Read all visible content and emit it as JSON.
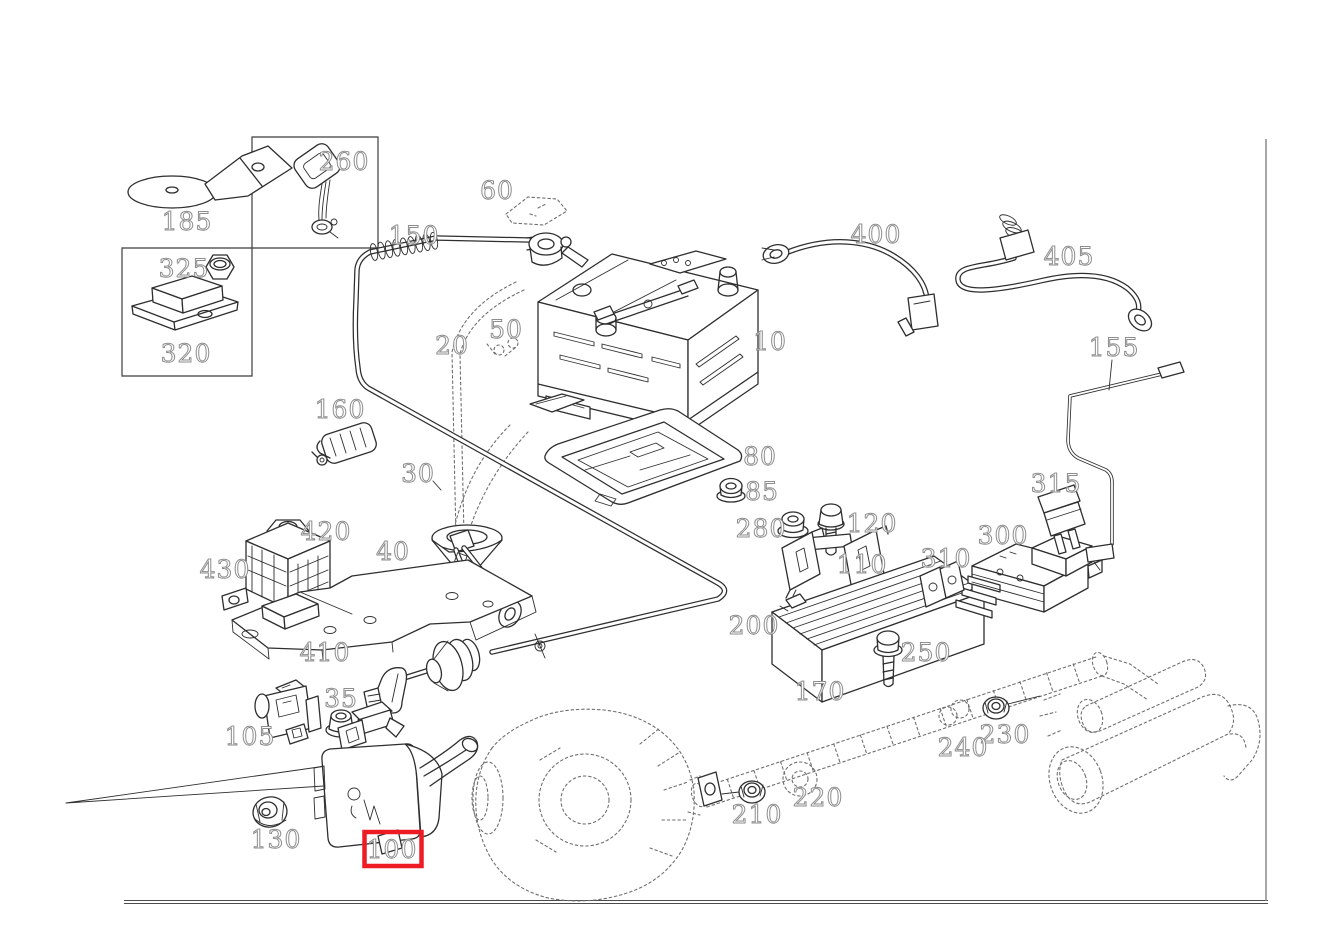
{
  "diagram": {
    "kind": "exploded-parts-diagram",
    "highlighted_part": "100",
    "colors": {
      "background": "#ffffff",
      "line_art": "#2e2e2e",
      "label_outline": "#8d8d8d",
      "highlight_red": "#ed1c24",
      "frame_rule_gray": "#8a8a8a",
      "dashed_reference": "#6f6f6f"
    }
  },
  "labels": {
    "p10": "10",
    "p20": "20",
    "p30": "30",
    "p35": "35",
    "p40": "40",
    "p50": "50",
    "p60": "60",
    "p80": "80",
    "p85": "85",
    "p100": "100",
    "p105": "105",
    "p110": "110",
    "p120": "120",
    "p130": "130",
    "p150": "150",
    "p155": "155",
    "p160": "160",
    "p170": "170",
    "p185": "185",
    "p200": "200",
    "p210": "210",
    "p220": "220",
    "p230": "230",
    "p240": "240",
    "p250": "250",
    "p260": "260",
    "p280": "280",
    "p300": "300",
    "p310": "310",
    "p315": "315",
    "p320": "320",
    "p325": "325",
    "p400": "400",
    "p405": "405",
    "p410": "410",
    "p420": "420",
    "p430": "430"
  }
}
